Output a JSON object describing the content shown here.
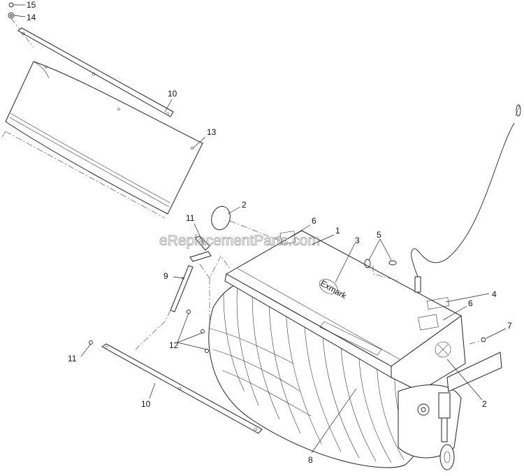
{
  "watermark": "eReplacementParts.com",
  "callouts": {
    "c15": "15",
    "c14": "14",
    "c10_top": "10",
    "c13": "13",
    "c2_top": "2",
    "c11_top": "11",
    "c6_top": "6",
    "c1": "1",
    "c3": "3",
    "c5": "5",
    "c9": "9",
    "c4": "4",
    "c6_right": "6",
    "c7": "7",
    "c12": "12",
    "c11_bottom": "11",
    "c10_bottom": "10",
    "c2_bottom": "2",
    "c8": "8"
  },
  "decal_brand": "Exmark",
  "colors": {
    "line": "#222222",
    "watermark": "#9a9a9a",
    "background": "#ffffff"
  }
}
